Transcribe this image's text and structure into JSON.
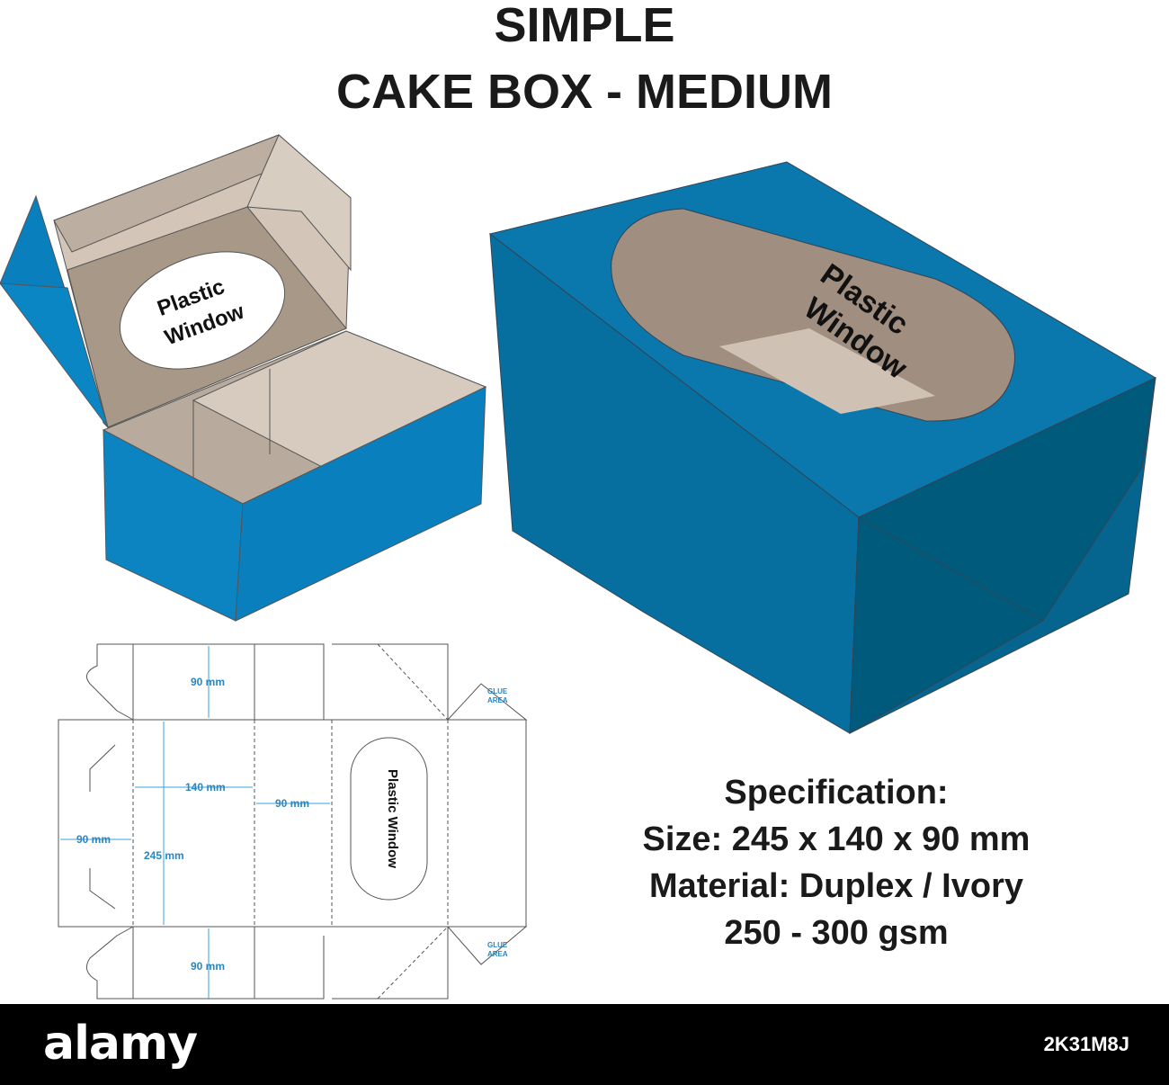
{
  "title": {
    "line1": "SIMPLE",
    "line2": "CAKE BOX - MEDIUM"
  },
  "open_box": {
    "window_label_line1": "Plastic",
    "window_label_line2": "Window"
  },
  "closed_box": {
    "window_label_line1": "Plastic",
    "window_label_line2": "Window"
  },
  "dieline": {
    "dim_top_flap": "90 mm",
    "dim_width": "140 mm",
    "dim_side": "90 mm",
    "dim_left": "90 mm",
    "dim_length": "245 mm",
    "dim_bottom_flap": "90 mm",
    "glue_top_line1": "GLUE",
    "glue_top_line2": "AREA",
    "glue_bottom_line1": "GLUE",
    "glue_bottom_line2": "AREA",
    "window_label": "Plastic Window"
  },
  "specification": {
    "heading": "Specification:",
    "size": "Size: 245 x 140 x 90 mm",
    "material": "Material: Duplex / Ivory",
    "weight": "250 - 300 gsm"
  },
  "watermark": "alamy",
  "footer": {
    "brand": "alamy",
    "image_id": "2K31M8J"
  },
  "colors": {
    "box_blue": "#0a7fbd",
    "box_teal": "#066d94",
    "interior": "#c8bcb0",
    "dim_blue": "#3aa0d8"
  }
}
